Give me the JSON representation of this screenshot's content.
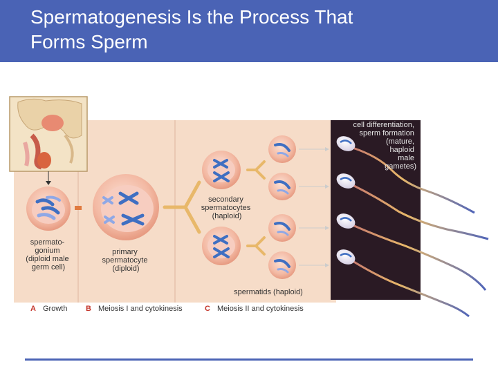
{
  "slide": {
    "title_line1": "Spermatogenesis Is the Process That",
    "title_line2": "Forms Sperm"
  },
  "figure": {
    "spermatogonium": [
      "spermato-",
      "gonium",
      "(diploid male",
      "germ cell)"
    ],
    "primary": [
      "primary",
      "spermatocyte",
      "(diploid)"
    ],
    "secondary": [
      "secondary",
      "spermatocytes",
      "(haploid)"
    ],
    "spermatids": "spermatids (haploid)",
    "differentiation": [
      "cell differentiation,",
      "sperm formation",
      "(mature,",
      "haploid",
      "male",
      "gametes)"
    ],
    "stages": [
      {
        "letter": "A",
        "label": "Growth"
      },
      {
        "letter": "B",
        "label": "Meiosis I and cytokinesis"
      },
      {
        "letter": "C",
        "label": "Meiosis II and cytokinesis"
      }
    ],
    "colors": {
      "panel": "#f6dcc8",
      "cell": "#f3b9a3",
      "nucleus": "#f7cdc0",
      "chromosome": "#3f6fc2",
      "chromosome_light": "#8fa8e6",
      "arrow": "#e8b86a",
      "dark_panel": "#2a1a24",
      "stage_letter": "#c4352b",
      "header_blue": "#4a63b5"
    }
  }
}
